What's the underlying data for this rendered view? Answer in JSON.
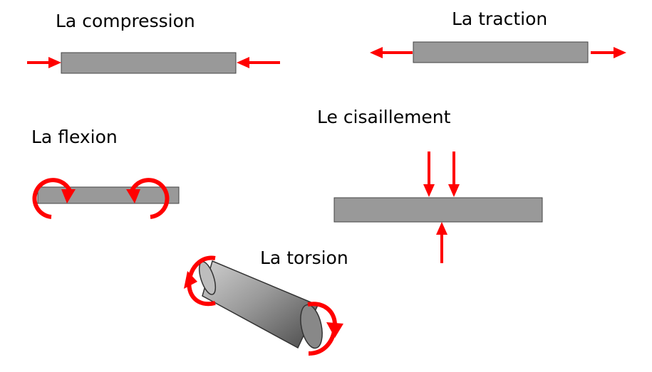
{
  "labels": {
    "compression": "La compression",
    "traction": "La traction",
    "flexion": "La flexion",
    "cisaillement": "Le cisaillement",
    "torsion": "La torsion"
  },
  "colors": {
    "bar_fill": "#999999",
    "bar_stroke": "#444444",
    "arrow": "#ff0000",
    "text": "#000000"
  }
}
